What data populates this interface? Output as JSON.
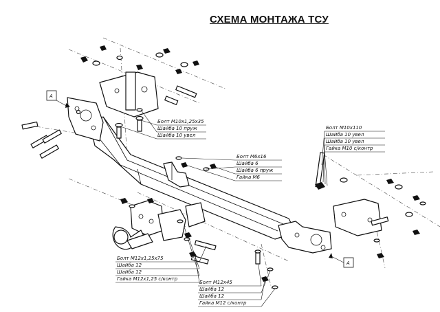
{
  "title": "СХЕМА МОНТАЖА ТСУ",
  "view_marker": "A",
  "callouts": [
    {
      "lines": [
        "Болт M10x1,25x35",
        "Шайба 10 пруж",
        "Шайба 10 увел"
      ]
    },
    {
      "lines": [
        "Болт M6x16",
        "Шайба 6",
        "Шайба 6 пруж",
        "Гайка M6"
      ]
    },
    {
      "lines": [
        "Болт M10x110",
        "Шайба 10 увел",
        "Шайба 10 увел",
        "Гайка M10 с/контр"
      ]
    },
    {
      "lines": [
        "Болт M12x1,25x75",
        "Шайба 12",
        "Шайба 12",
        "Гайка M12x1,25 с/контр"
      ]
    },
    {
      "lines": [
        "Болт M12x45",
        "Шайба 12",
        "Шайба 12",
        "Гайка M12 с/контр"
      ]
    }
  ]
}
